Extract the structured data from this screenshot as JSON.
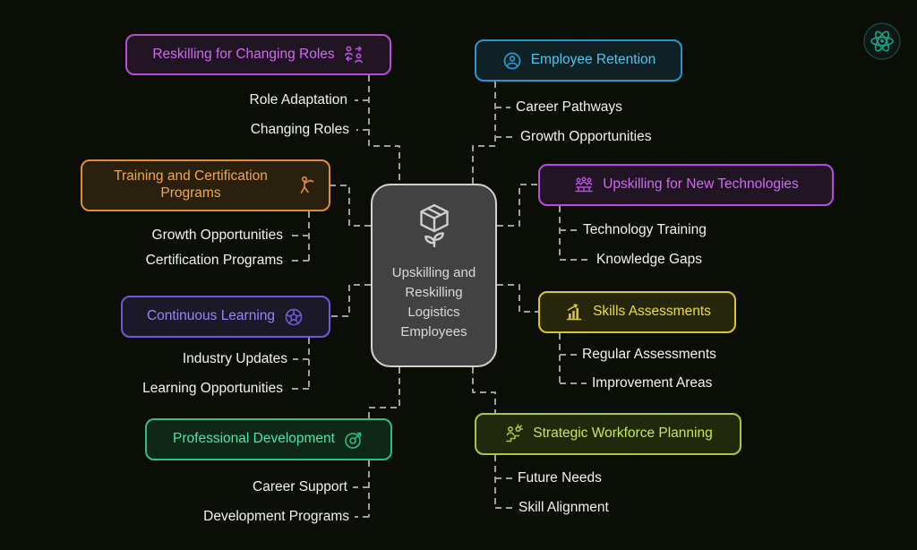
{
  "center": {
    "title": "Upskilling and Reskilling Logistics Employees",
    "icon": "package-sprout-icon"
  },
  "branches": {
    "left": [
      {
        "label": "Reskilling for Changing Roles",
        "icon": "role-change-icon",
        "color": "#cf6af2",
        "children": [
          "Role Adaptation",
          "Changing Roles"
        ]
      },
      {
        "label": "Training and Certification Programs",
        "icon": "trainer-icon",
        "color": "#f5a54a",
        "children": [
          "Growth Opportunities",
          "Certification Programs"
        ]
      },
      {
        "label": "Continuous Learning",
        "icon": "sphere-icon",
        "color": "#9b86f5",
        "children": [
          "Industry Updates",
          "Learning Opportunities"
        ]
      },
      {
        "label": "Professional Development",
        "icon": "target-icon",
        "color": "#46e8a6",
        "children": [
          "Career Support",
          "Development Programs"
        ]
      }
    ],
    "right": [
      {
        "label": "Employee Retention",
        "icon": "person-orbit-icon",
        "color": "#4ac6f2",
        "children": [
          "Career Pathways",
          "Growth Opportunities"
        ]
      },
      {
        "label": "Upskilling for New Technologies",
        "icon": "team-icon",
        "color": "#cf6af2",
        "children": [
          "Technology Training",
          "Knowledge Gaps"
        ]
      },
      {
        "label": "Skills Assessments",
        "icon": "bar-chart-icon",
        "color": "#eedd2e",
        "children": [
          "Regular Assessments",
          "Improvement Areas"
        ]
      },
      {
        "label": "Strategic Workforce Planning",
        "icon": "workforce-icon",
        "color": "#c5e84a",
        "children": [
          "Future Needs",
          "Skill Alignment"
        ]
      }
    ]
  },
  "connector_color": "#a0a0a0",
  "background_color": "#0b0e07",
  "logo": {
    "icon": "brand-atom-logo"
  }
}
